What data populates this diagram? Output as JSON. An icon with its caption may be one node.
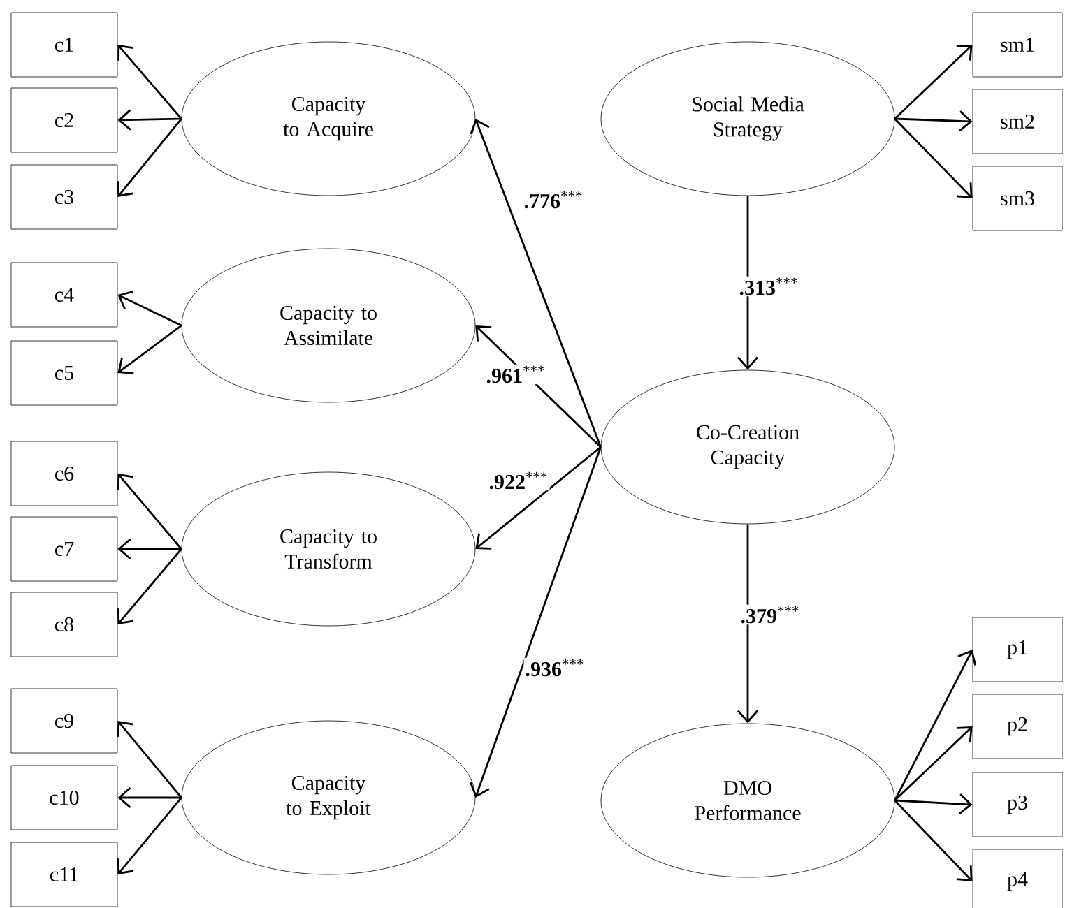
{
  "diagram": {
    "nodes": [
      {
        "text": [
          "c1"
        ]
      },
      {
        "text": [
          "c2"
        ]
      },
      {
        "text": [
          "c3"
        ]
      },
      {
        "text": [
          "Capacity to Acquire"
        ]
      },
      {
        "text": [
          "Social Media Strategy"
        ]
      },
      {
        "text": [
          "sm1"
        ]
      },
      {
        "text": [
          "sm2"
        ]
      },
      {
        "text": [
          "sm3"
        ]
      },
      {
        "text": [
          "c4"
        ]
      },
      {
        "text": [
          "c5"
        ]
      },
      {
        "text": [
          "Capacity to Assimilate"
        ]
      },
      {
        "text": [
          "Co-Creation Capacity"
        ]
      },
      {
        "text": [
          "c6"
        ]
      },
      {
        "text": [
          "c7"
        ]
      },
      {
        "text": [
          "c8"
        ]
      },
      {
        "text": [
          "Capacity to Transform"
        ]
      },
      {
        "text": [
          "c9"
        ]
      },
      {
        "text": [
          "c10"
        ]
      },
      {
        "text": [
          "c11"
        ]
      },
      {
        "text": [
          "Capacity to Exploit"
        ]
      },
      {
        "text": [
          "DMO Performance"
        ]
      },
      {
        "text": [
          "p1"
        ]
      },
      {
        "text": [
          "p2"
        ]
      },
      {
        "text": [
          "p3"
        ]
      },
      {
        "text": [
          "p4"
        ]
      }
    ],
    "edges": [
      {
        "from": 3,
        "to": 0,
        "arrow": "to"
      },
      {
        "from": 3,
        "to": 1,
        "arrow": "to"
      },
      {
        "from": 3,
        "to": 2,
        "arrow": "to"
      },
      {
        "from": 4,
        "to": 5,
        "arrow": "to"
      },
      {
        "from": 4,
        "to": 6,
        "arrow": "to"
      },
      {
        "from": 4,
        "to": 7,
        "arrow": "to"
      },
      {
        "from": 10,
        "to": 8,
        "arrow": "to"
      },
      {
        "from": 10,
        "to": 9,
        "arrow": "to"
      },
      {
        "from": 15,
        "to": 12,
        "arrow": "to"
      },
      {
        "from": 15,
        "to": 13,
        "arrow": "to"
      },
      {
        "from": 15,
        "to": 14,
        "arrow": "to"
      },
      {
        "from": 19,
        "to": 16,
        "arrow": "to"
      },
      {
        "from": 19,
        "to": 17,
        "arrow": "to"
      },
      {
        "from": 19,
        "to": 18,
        "arrow": "to"
      },
      {
        "from": 20,
        "to": 21,
        "arrow": "to"
      },
      {
        "from": 20,
        "to": 22,
        "arrow": "to"
      },
      {
        "from": 20,
        "to": 23,
        "arrow": "to"
      },
      {
        "from": 20,
        "to": 24,
        "arrow": "to"
      },
      {
        "from": 11,
        "to": 3,
        "arrow": "to",
        "label": "**.776**$^{***}$"
      },
      {
        "from": 11,
        "to": 10,
        "arrow": "to",
        "label": "**.961**$^{***}$"
      },
      {
        "from": 11,
        "to": 15,
        "arrow": "to",
        "label": "**.922**$^{***}$"
      },
      {
        "from": 11,
        "to": 19,
        "arrow": "to",
        "label": "**.936**$^{***}$"
      },
      {
        "from": 4,
        "to": 11,
        "arrow": "to",
        "label": "**.313**$^{***}$"
      },
      {
        "from": 11,
        "to": 20,
        "arrow": "to",
        "label": "**.379**$^{***}$"
      }
    ]
  }
}
